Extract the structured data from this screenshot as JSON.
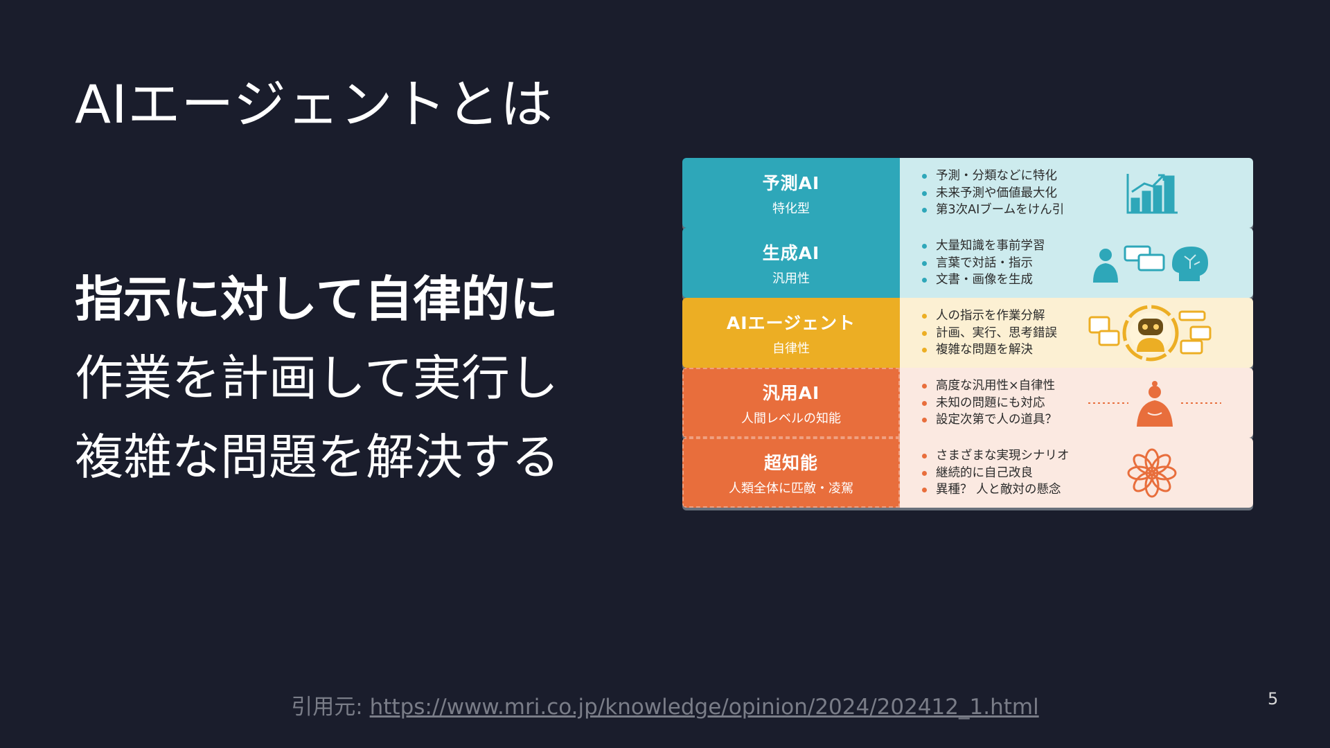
{
  "title": "AIエージェントとは",
  "lead": {
    "line1": "指示に対して自律的に",
    "line2": "作業を計画して実行し",
    "line3": "複雑な問題を解決する"
  },
  "diagram": {
    "rows": [
      {
        "name": "予測AI",
        "sub": "特化型",
        "bullets": [
          "予測・分類などに特化",
          "未来予測や価値最大化",
          "第3次AIブームをけん引"
        ],
        "icon": "bar-chart-icon"
      },
      {
        "name": "生成AI",
        "sub": "汎用性",
        "bullets": [
          "大量知識を事前学習",
          "言葉で対話・指示",
          "文書・画像を生成"
        ],
        "icon": "person-brain-chat-icon"
      },
      {
        "name": "AIエージェント",
        "sub": "自律性",
        "bullets": [
          "人の指示を作業分解",
          "計画、実行、思考錯誤",
          "複雑な問題を解決"
        ],
        "icon": "robot-icon"
      },
      {
        "name": "汎用AI",
        "sub": "人間レベルの知能",
        "bullets": [
          "高度な汎用性×自律性",
          "未知の問題にも対応",
          "設定次第で人の道具？"
        ],
        "icon": "buddha-icon"
      },
      {
        "name": "超知能",
        "sub": "人類全体に匹敵・凌駕",
        "bullets": [
          "さまざまな実現シナリオ",
          "継続的に自己改良",
          "異種？ 人と敵対の懸念"
        ],
        "icon": "lotus-icon"
      }
    ],
    "colors": {
      "teal": "#2ea7b9",
      "amber": "#ecae24",
      "orange": "#e86e3c"
    }
  },
  "footer": {
    "prefix": "引用元: ",
    "link": "https://www.mri.co.jp/knowledge/opinion/2024/202412_1.html"
  },
  "page_number": "5"
}
